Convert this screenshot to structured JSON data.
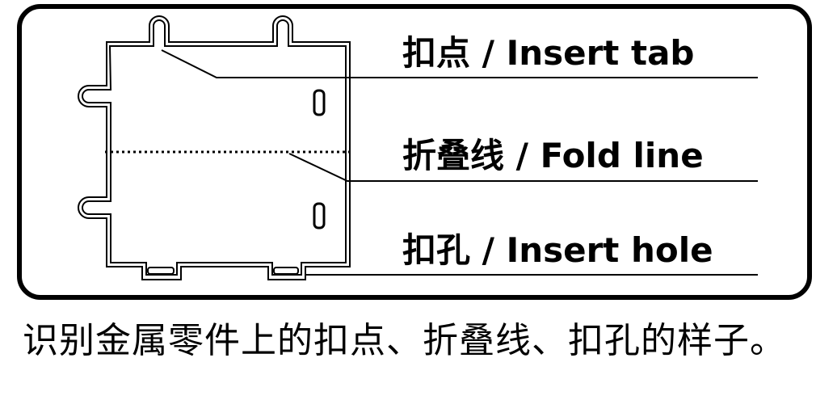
{
  "diagram": {
    "labels": {
      "insert_tab": "扣点 / Insert tab",
      "fold_line": "折叠线 / Fold line",
      "insert_hole": "扣孔 / Insert hole"
    }
  },
  "caption": {
    "text": "识别金属零件上的扣点、折叠线、扣孔的样子。"
  },
  "colors": {
    "ink": "#000000",
    "background": "#ffffff"
  }
}
